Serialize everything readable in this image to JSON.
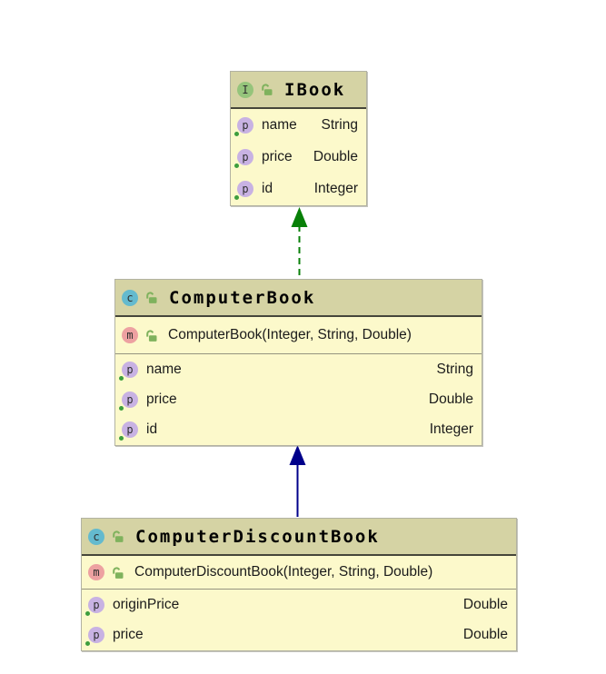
{
  "diagram": {
    "kind": "uml-class-diagram",
    "colors": {
      "canvas_bg": "#ffffff",
      "header_bg": "#d5d3a4",
      "body_bg": "#fcf9cb",
      "box_border": "#b2b2a2",
      "header_divider": "#45453a",
      "row_divider": "#95947f",
      "interface_icon_bg": "#95c47b",
      "class_icon_bg": "#64bace",
      "method_icon_bg": "#eda1a1",
      "property_icon_bg": "#c8b2e3",
      "icon_letter": "#2f2f2f",
      "lock_green": "#7fb25d",
      "dot_green": "#3d9e3d",
      "implements_arrow": "#088008",
      "extends_arrow": "#00008b",
      "member_text": "#1b1b1b",
      "title_text": "#000000"
    },
    "icons": {
      "interface_letter": "I",
      "class_letter": "c",
      "method_letter": "m",
      "property_letter": "p"
    },
    "nodes": [
      {
        "id": "IBook",
        "kind": "interface",
        "title": "IBook",
        "properties": [
          {
            "name": "name",
            "type": "String"
          },
          {
            "name": "price",
            "type": "Double"
          },
          {
            "name": "id",
            "type": "Integer"
          }
        ]
      },
      {
        "id": "ComputerBook",
        "kind": "class",
        "title": "ComputerBook",
        "ctor": "ComputerBook(Integer, String, Double)",
        "properties": [
          {
            "name": "name",
            "type": "String"
          },
          {
            "name": "price",
            "type": "Double"
          },
          {
            "name": "id",
            "type": "Integer"
          }
        ]
      },
      {
        "id": "ComputerDiscountBook",
        "kind": "class",
        "title": "ComputerDiscountBook",
        "ctor": "ComputerDiscountBook(Integer, String, Double)",
        "properties": [
          {
            "name": "originPrice",
            "type": "Double"
          },
          {
            "name": "price",
            "type": "Double"
          }
        ]
      }
    ],
    "edges": [
      {
        "type": "implements",
        "from": "ComputerBook",
        "to": "IBook",
        "style": "dashed-green"
      },
      {
        "type": "extends",
        "from": "ComputerDiscountBook",
        "to": "ComputerBook",
        "style": "solid-navy"
      }
    ]
  }
}
